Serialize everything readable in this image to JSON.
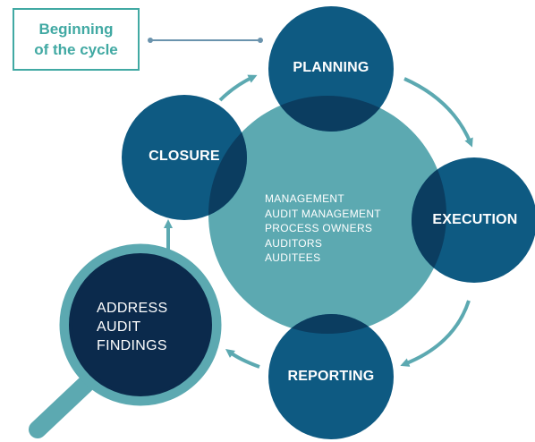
{
  "start_box": {
    "line1": "Beginning",
    "line2": "of the cycle"
  },
  "phases": {
    "planning": "PLANNING",
    "execution": "EXECUTION",
    "reporting": "REPORTING",
    "closure": "CLOSURE"
  },
  "center": {
    "lines": [
      "MANAGEMENT",
      "AUDIT MANAGEMENT",
      "PROCESS OWNERS",
      "AUDITORS",
      "AUDITEES"
    ]
  },
  "findings": {
    "lines": [
      "ADDRESS",
      "AUDIT",
      "FINDINGS"
    ]
  },
  "colors": {
    "center_circle": "#5ca9b1",
    "phase_circle": "#0e5a82",
    "overlap": "#0b3d60",
    "findings_fill": "#0b2a4c",
    "lens_ring": "#5ca9b1",
    "handle": "#5ca9b1",
    "arrows": "#5ca9b1",
    "start_box_accent": "#41a9a3"
  }
}
